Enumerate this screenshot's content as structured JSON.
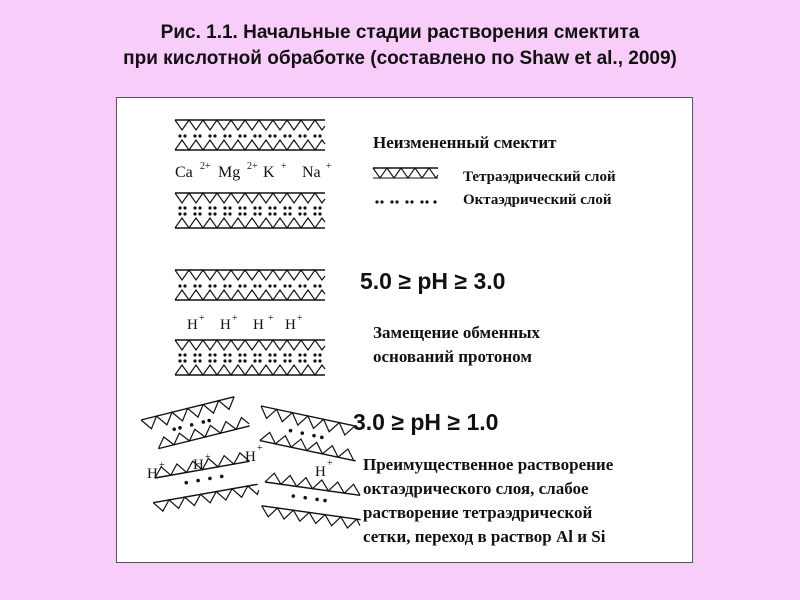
{
  "slide": {
    "title_line1": "Рис. 1.1. Начальные стадии растворения смектита",
    "title_line2": "при кислотной обработке (составлено по Shaw et al., 2009)"
  },
  "diagram": {
    "stage1": {
      "label": "Неизмененный смектит",
      "ions": [
        "Ca",
        "2+",
        "Mg",
        "2+",
        "K",
        "+",
        "Na",
        "+"
      ]
    },
    "legend": {
      "tetra_label": "Тетраэдрический слой",
      "octa_label": "Октаэдрический слой"
    },
    "stage2": {
      "ph_label": "5.0 ≥ pH ≥ 3.0",
      "ion_label": "H",
      "ion_charge": "+",
      "desc_line1": "Замещение обменных",
      "desc_line2": "оснований протоном"
    },
    "stage3": {
      "ph_label": "3.0 ≥ pH ≥ 1.0",
      "ion_label": "H",
      "ion_charge": "+",
      "desc_line1": "Преимущественное растворение",
      "desc_line2": "октаэдрического слоя, слабое",
      "desc_line3": "растворение тетраэдрической",
      "desc_line4": "сетки, переход в раствор Al  и Si"
    }
  }
}
